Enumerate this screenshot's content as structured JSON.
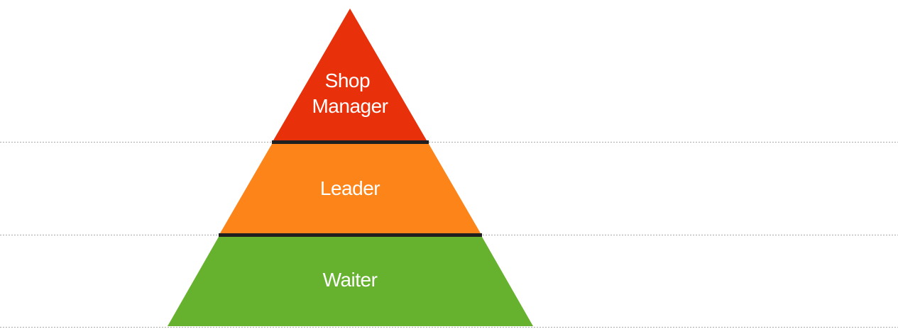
{
  "tiers": [
    {
      "label_lines": [
        "Shop",
        "Manager"
      ],
      "color": "#E8300B"
    },
    {
      "label_lines": [
        "Leader"
      ],
      "color": "#FC8418"
    },
    {
      "label_lines": [
        "Waiter"
      ],
      "color": "#66B22F"
    }
  ],
  "separator_color": "#1f1f1f",
  "guide_line_color": "#aaaaaa"
}
